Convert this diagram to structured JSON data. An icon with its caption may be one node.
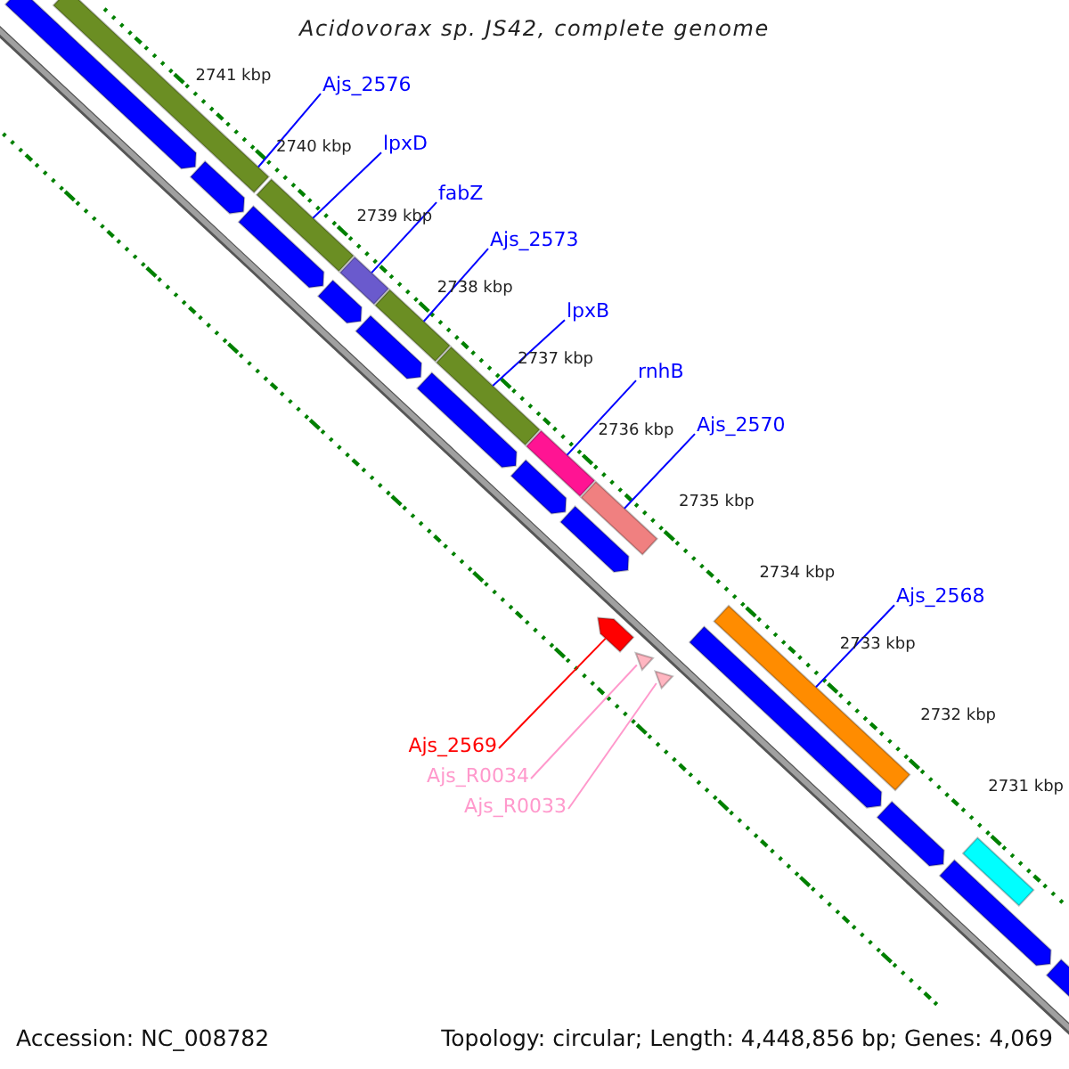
{
  "diagram": {
    "title": "Acidovorax sp. JS42, complete genome",
    "nodes": [
      {
        "text": [
          "Ajs_2576"
        ]
      },
      {
        "text": [
          "lpxD"
        ]
      },
      {
        "text": [
          "fabZ"
        ]
      },
      {
        "text": [
          "Ajs_2573"
        ]
      },
      {
        "text": [
          "lpxB"
        ]
      },
      {
        "text": [
          "rnhB"
        ]
      },
      {
        "text": [
          "Ajs_2570"
        ]
      },
      {
        "text": [
          "Ajs_2568"
        ]
      },
      {
        "text": [
          "Ajs_2569"
        ]
      },
      {
        "text": [
          "Ajs_R0034"
        ]
      },
      {
        "text": [
          "Ajs_R0033"
        ]
      },
      {
        "text": [],
        "shape": "bar"
      },
      {
        "text": [],
        "shape": "bar"
      },
      {
        "text": [],
        "shape": "bar"
      },
      {
        "text": [],
        "shape": "bar"
      },
      {
        "text": [],
        "shape": "bar"
      },
      {
        "text": [],
        "shape": "bar"
      },
      {
        "text": [],
        "shape": "bar"
      },
      {
        "text": [],
        "shape": "arrow"
      },
      {
        "text": [],
        "shape": "triangle"
      },
      {
        "text": [],
        "shape": "triangle"
      },
      {
        "text": [],
        "shape": "bar"
      },
      {
        "text": [],
        "shape": "arrow"
      },
      {
        "text": [],
        "shape": "arrow"
      },
      {
        "text": [],
        "shape": "arrow"
      },
      {
        "text": [],
        "shape": "arrow"
      },
      {
        "text": [],
        "shape": "arrow"
      },
      {
        "text": [],
        "shape": "arrow"
      },
      {
        "text": [],
        "shape": "arrow"
      },
      {
        "text": [],
        "shape": "arrow"
      },
      {
        "text": [],
        "shape": "arrow"
      },
      {
        "text": [],
        "shape": "arrow"
      },
      {
        "text": [],
        "shape": "arrow"
      },
      {
        "text": [],
        "shape": "arrow"
      },
      {
        "text": [],
        "shape": "bar"
      }
    ],
    "edges": [
      {
        "from": 0,
        "to": 11,
        "arrow": "none"
      },
      {
        "from": 1,
        "to": 12,
        "arrow": "none"
      },
      {
        "from": 2,
        "to": 13,
        "arrow": "none"
      },
      {
        "from": 3,
        "to": 14,
        "arrow": "none"
      },
      {
        "from": 4,
        "to": 15,
        "arrow": "none"
      },
      {
        "from": 5,
        "to": 16,
        "arrow": "none"
      },
      {
        "from": 6,
        "to": 17,
        "arrow": "none"
      },
      {
        "from": 7,
        "to": 21,
        "arrow": "none"
      },
      {
        "from": 8,
        "to": 18,
        "arrow": "none",
        "color": "#ff0000"
      },
      {
        "from": 9,
        "to": 19,
        "arrow": "none",
        "color": "#ff99cc"
      },
      {
        "from": 10,
        "to": 20,
        "arrow": "none",
        "color": "#ff99cc"
      }
    ],
    "labels": [
      "2741 kbp",
      "2740 kbp",
      "2739 kbp",
      "2738 kbp",
      "2737 kbp",
      "2736 kbp",
      "2735 kbp",
      "2734 kbp",
      "2733 kbp",
      "2732 kbp",
      "2731 kbp",
      "Accession: NC_008782",
      "Topology: circular; Length: 4,448,856 bp; Genes: 4,069"
    ]
  }
}
